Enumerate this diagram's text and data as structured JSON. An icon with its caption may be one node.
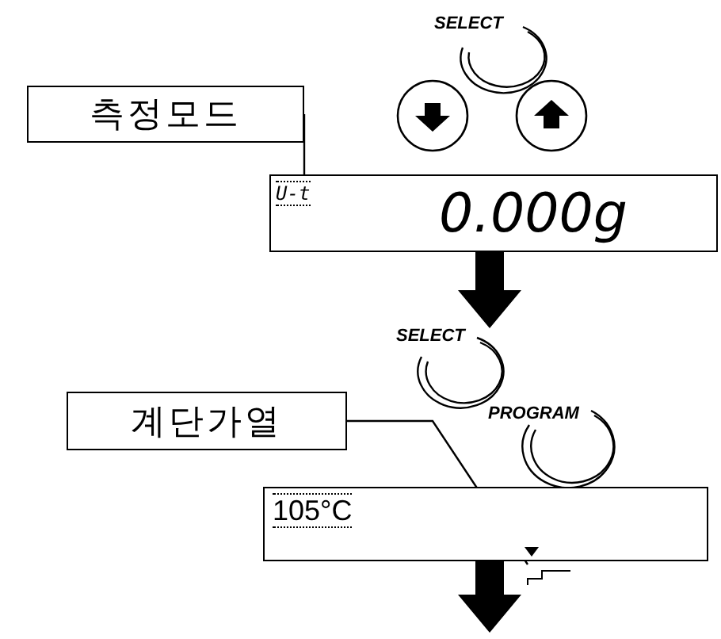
{
  "diagram": {
    "nodes": [
      {
        "text": [
          "측정모드"
        ]
      },
      {
        "text": [
          "U-t",
          "0.000g"
        ]
      },
      {
        "text": [
          "계단가열"
        ]
      },
      {
        "text": [
          "105°C"
        ]
      },
      {
        "text": [],
        "shape": "picture"
      }
    ],
    "edges": [
      {
        "from": 0,
        "to": 1,
        "arrow": "none"
      },
      {
        "from": 1,
        "to": null,
        "arrow": "to",
        "style": "thick"
      },
      {
        "from": 2,
        "to": 4,
        "arrow": "none"
      },
      {
        "from": 3,
        "to": null,
        "arrow": "to",
        "style": "thick"
      }
    ],
    "labels": [
      "SELECT",
      "SELECT",
      "PROGRAM"
    ]
  }
}
